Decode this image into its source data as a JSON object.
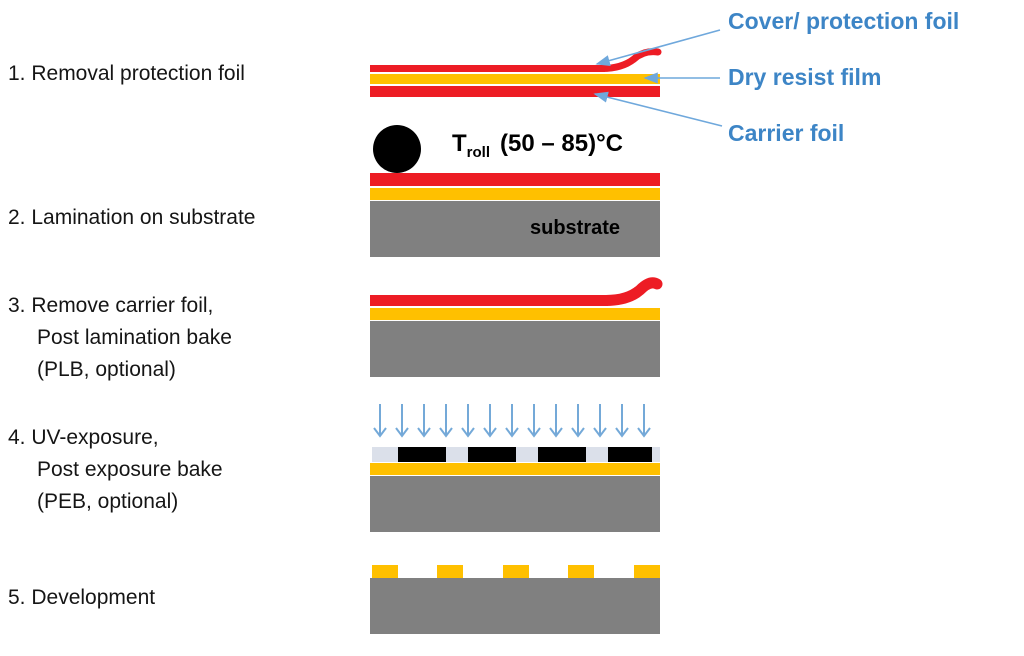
{
  "steps": [
    {
      "lines": [
        "1. Removal protection foil"
      ]
    },
    {
      "lines": [
        "2. Lamination on substrate"
      ]
    },
    {
      "lines": [
        "3. Remove carrier foil,",
        "Post lamination bake",
        "(PLB, optional)"
      ]
    },
    {
      "lines": [
        "4. UV-exposure,",
        "Post exposure bake",
        "(PEB, optional)"
      ]
    },
    {
      "lines": [
        "5. Development"
      ]
    }
  ],
  "annotations": {
    "cover": "Cover/ protection foil",
    "dry_resist": "Dry resist film",
    "carrier": "Carrier foil"
  },
  "lamination": {
    "t_symbol": "T",
    "t_subscript": "roll",
    "temperature": "(50 – 85)°C"
  },
  "substrate_label": "substrate",
  "colors": {
    "foil_red": "#ed1c24",
    "resist_yellow": "#ffc000",
    "substrate_gray": "#808080",
    "annotation_blue": "#3d85c6",
    "arrow_blue": "#6fa8dc",
    "uv_blue": "#74a9d8",
    "mask_strip": "#dbe0ea",
    "mask_black": "#000000"
  }
}
